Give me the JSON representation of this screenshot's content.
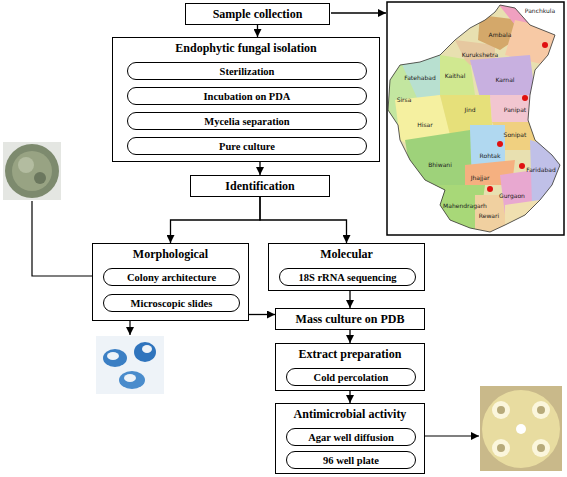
{
  "diagram": {
    "nodes": [
      {
        "text": [
          "Sample collection"
        ]
      },
      {
        "text": [
          "Endophytic fungal isolation"
        ]
      },
      {
        "text": [
          "Sterilization"
        ],
        "in": 1
      },
      {
        "text": [
          "Incubation on PDA"
        ],
        "in": 1
      },
      {
        "text": [
          "Mycelia separation"
        ],
        "in": 1
      },
      {
        "text": [
          "Pure culture"
        ],
        "in": 1
      },
      {
        "text": [
          "Identification"
        ]
      },
      {
        "text": [
          "Morphological"
        ]
      },
      {
        "text": [
          "Colony architecture"
        ],
        "in": 7
      },
      {
        "text": [
          "Microscopic slides"
        ],
        "in": 7
      },
      {
        "text": [
          "Molecular"
        ]
      },
      {
        "text": [
          "18S rRNA sequencing"
        ],
        "in": 10
      },
      {
        "text": [
          "Mass culture on PDB"
        ]
      },
      {
        "text": [
          "Extract preparation"
        ]
      },
      {
        "text": [
          "Cold percolation"
        ],
        "in": 13
      },
      {
        "text": [
          "Antimicrobial activity"
        ]
      },
      {
        "text": [
          "Agar well diffusion"
        ],
        "in": 15
      },
      {
        "text": [
          "96 well plate"
        ],
        "in": 15
      }
    ],
    "edges": [
      {
        "from": 0,
        "to": 1,
        "arrow": "to"
      },
      {
        "from": 1,
        "to": 6,
        "arrow": "to"
      },
      {
        "from": 6,
        "to": 7,
        "arrow": "to"
      },
      {
        "from": 6,
        "to": 10,
        "arrow": "to"
      },
      {
        "from": 7,
        "to": 12,
        "arrow": "to"
      },
      {
        "from": 10,
        "to": 12,
        "arrow": "to"
      },
      {
        "from": 12,
        "to": 13,
        "arrow": "to"
      },
      {
        "from": 13,
        "to": 15,
        "arrow": "to"
      }
    ],
    "labels": [
      "Panchkula",
      "Ambala",
      "Kurukshetra",
      "Kaithal",
      "Karnal",
      "Fatehabad",
      "Sirsa",
      "Jind",
      "Panipat",
      "Hisar",
      "Sonipat",
      "Rohtak",
      "Bhiwani",
      "Faridabad",
      "Jhajjar",
      "Gurgaon",
      "Mahendragarh",
      "Rewari"
    ]
  }
}
